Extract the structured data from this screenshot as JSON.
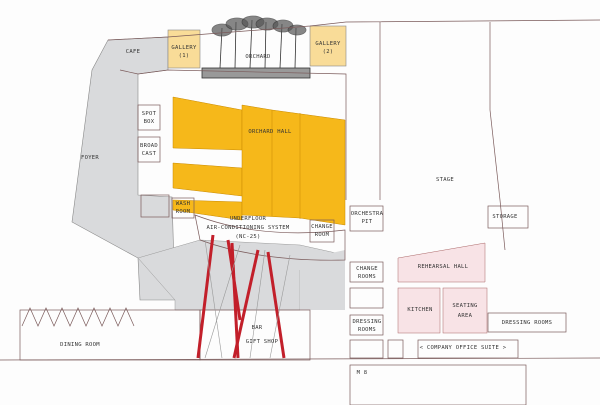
{
  "colors": {
    "hall": "#f6b81a",
    "gallery": "#f9dc98",
    "grey": "#d9dadc",
    "pink": "#f8e3e6",
    "column": "#c21f2a"
  },
  "labels": {
    "cafe": "CAFE",
    "gallery1": [
      "GALLERY",
      "(1)"
    ],
    "orchard": "ORCHARD",
    "gallery2": [
      "GALLERY",
      "(2)"
    ],
    "spot_box": [
      "SPOT",
      "BOX"
    ],
    "broadcast": [
      "BROAD",
      "CAST"
    ],
    "orchard_hall": "ORCHARD HALL",
    "foyer": "FOYER",
    "stage": "STAGE",
    "wash_room": [
      "WASH",
      "ROOM"
    ],
    "underfloor": [
      "UNDERFLOOR",
      "AIR-CONDITIONING SYSTEM",
      "(NC-25)"
    ],
    "change_room": [
      "CHANGE",
      "ROOM"
    ],
    "orchestra_pit": [
      "ORCHESTRA",
      "PIT"
    ],
    "storage": "STORAGE",
    "change_rooms": [
      "CHANGE",
      "ROOMS"
    ],
    "rehearsal_hall": "REHEARSAL HALL",
    "kitchen": "KITCHEN",
    "seating_area": [
      "SEATING",
      "AREA"
    ],
    "dressing_rooms_left": [
      "DRESSING",
      "ROOMS"
    ],
    "dressing_rooms_right": "DRESSING ROOMS",
    "company_office": "< COMPANY OFFICE SUITE >",
    "m8": "M 8",
    "dining_room": "DINING ROOM",
    "bar": "BAR",
    "gift_shop": "GIFT SHOP"
  }
}
